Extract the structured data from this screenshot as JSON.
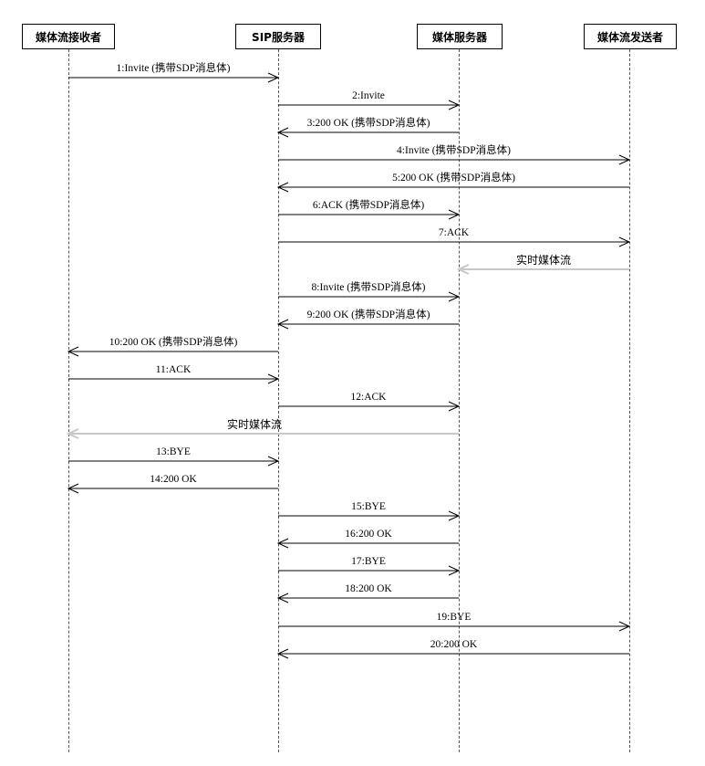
{
  "participants": [
    {
      "id": "receiver",
      "label": "媒体流接收者"
    },
    {
      "id": "sip",
      "label": "SIP服务器"
    },
    {
      "id": "media",
      "label": "媒体服务器"
    },
    {
      "id": "sender",
      "label": "媒体流发送者"
    }
  ],
  "messages": [
    {
      "from": "receiver",
      "to": "sip",
      "label": "1:Invite (携带SDP消息体)"
    },
    {
      "from": "sip",
      "to": "media",
      "label": "2:Invite"
    },
    {
      "from": "media",
      "to": "sip",
      "label": "3:200 OK (携带SDP消息体)"
    },
    {
      "from": "sip",
      "to": "sender",
      "label": "4:Invite (携带SDP消息体)"
    },
    {
      "from": "sender",
      "to": "sip",
      "label": "5:200 OK (携带SDP消息体)"
    },
    {
      "from": "sip",
      "to": "media",
      "label": "6:ACK (携带SDP消息体)"
    },
    {
      "from": "sip",
      "to": "sender",
      "label": "7:ACK"
    },
    {
      "from": "sender",
      "to": "media",
      "label": "实时媒体流",
      "kind": "media"
    },
    {
      "from": "sip",
      "to": "media",
      "label": "8:Invite (携带SDP消息体)"
    },
    {
      "from": "media",
      "to": "sip",
      "label": "9:200 OK (携带SDP消息体)"
    },
    {
      "from": "sip",
      "to": "receiver",
      "label": "10:200 OK (携带SDP消息体)"
    },
    {
      "from": "receiver",
      "to": "sip",
      "label": "11:ACK"
    },
    {
      "from": "sip",
      "to": "media",
      "label": "12:ACK"
    },
    {
      "from": "media",
      "to": "receiver",
      "label": "实时媒体流",
      "kind": "media"
    },
    {
      "from": "receiver",
      "to": "sip",
      "label": "13:BYE"
    },
    {
      "from": "sip",
      "to": "receiver",
      "label": "14:200 OK"
    },
    {
      "from": "sip",
      "to": "media",
      "label": "15:BYE"
    },
    {
      "from": "media",
      "to": "sip",
      "label": "16:200 OK"
    },
    {
      "from": "sip",
      "to": "media",
      "label": "17:BYE"
    },
    {
      "from": "media",
      "to": "sip",
      "label": "18:200 OK"
    },
    {
      "from": "sip",
      "to": "sender",
      "label": "19:BYE"
    },
    {
      "from": "sender",
      "to": "sip",
      "label": "20:200 OK"
    }
  ],
  "colors": {
    "line": "#000000",
    "media_stream": "#c8c8c8"
  }
}
